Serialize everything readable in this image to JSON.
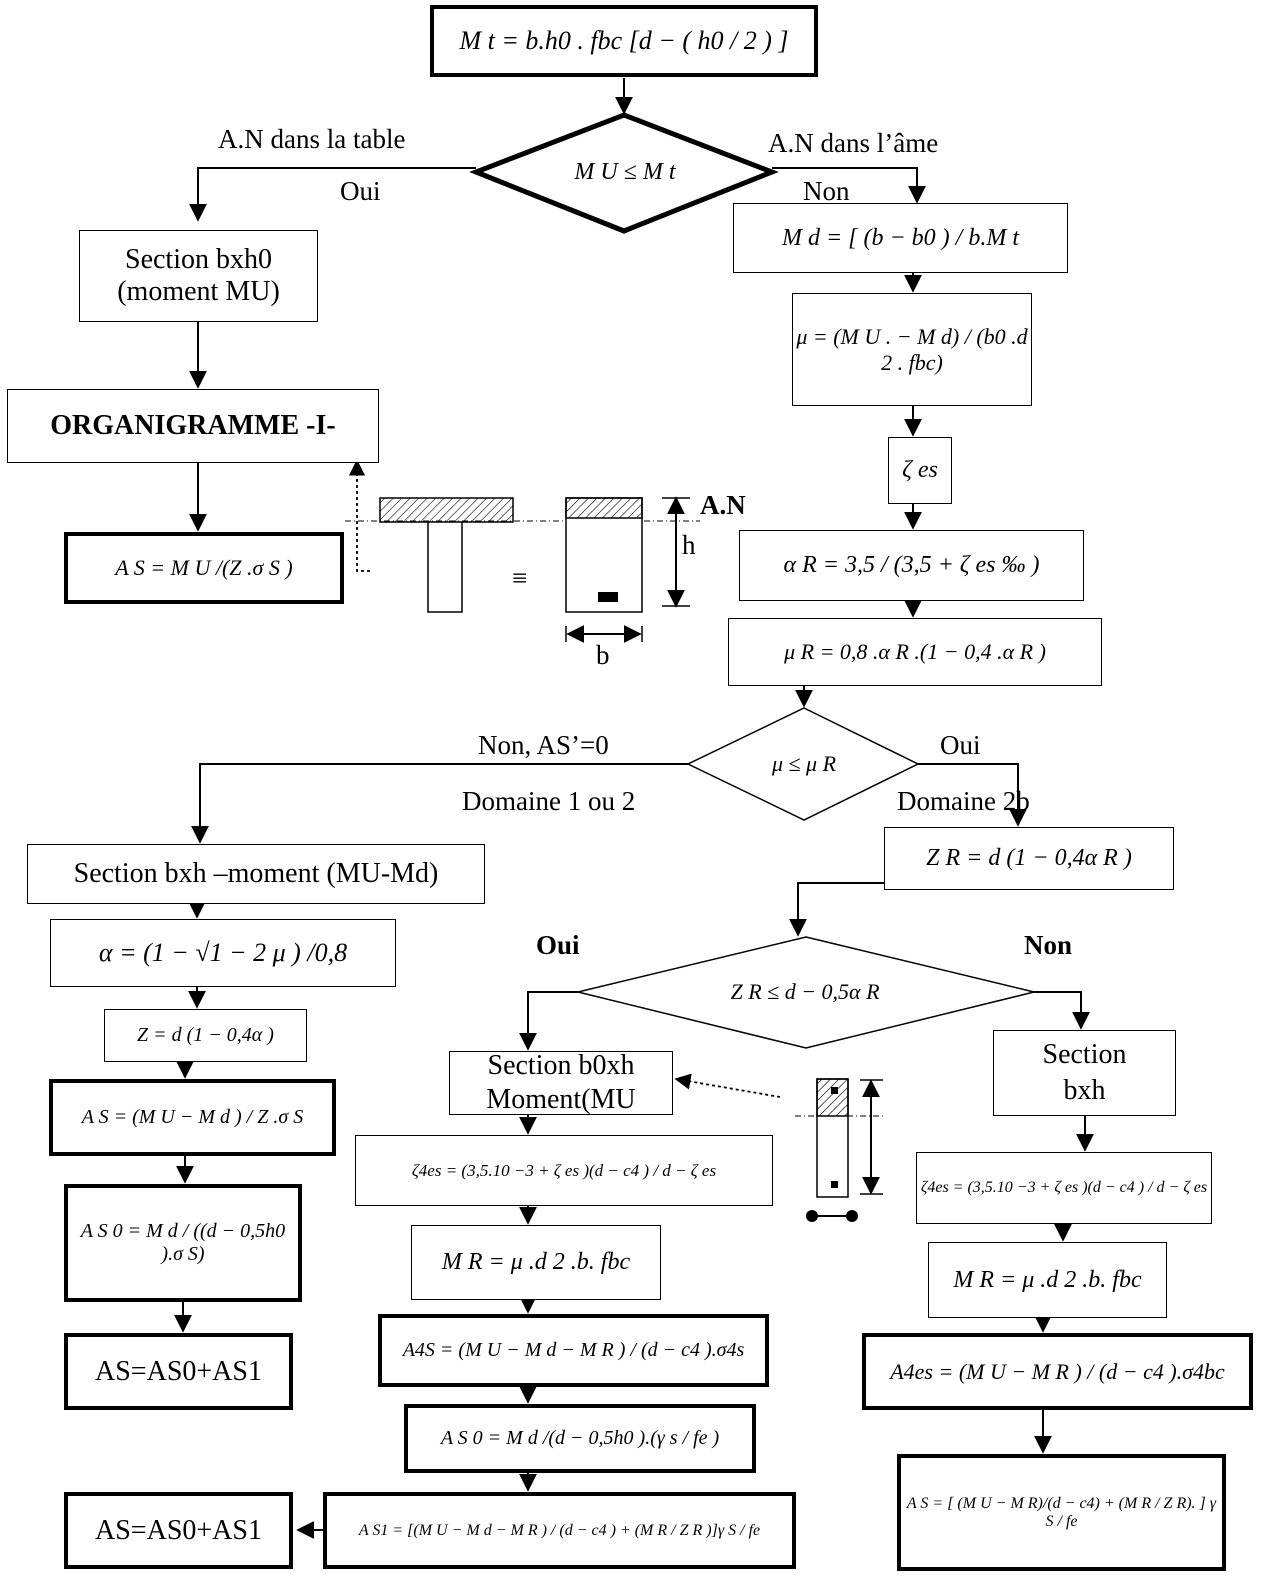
{
  "formulas": {
    "mt": "M t = b.h0 . fbc [d − ( h0 / 2 ) ]",
    "cond1": "M U ≤ M t",
    "md": "M d = [ (b − b0 ) / b.M t",
    "mu": "μ = (M U . − M d) / (b0 .d 2 . fbc)",
    "zeta_es": "ζ es",
    "alpha_r": "α R = 3,5 / (3,5 + ζ es ‰ )",
    "mu_r": "μ R = 0,8 .α R .(1 − 0,4 .α R )",
    "cond2": "μ ≤ μ R",
    "z_r": "Z R = d (1 − 0,4α R )",
    "cond3": "Z R ≤ d − 0,5α R",
    "as_table": "A S = M U /(Z .σ S )",
    "alpha": "α = (1 − √1 − 2 μ ) /0,8",
    "z": "Z = d (1 − 0,4α )",
    "as_left": "A S = (M U − M d ) / Z .σ S",
    "as0_left": "A S 0 = M d / ((d − 0,5h0 ).σ S)",
    "zeta4_mid": "ζ4es = (3,5.10 −3 + ζ es )(d − c4 ) / d − ζ es",
    "mr_mid": "M R = μ .d 2 .b. fbc",
    "as4_mid": "A4S = (M U − M d − M R ) / (d − c4 ).σ4s",
    "as0_mid": "A S 0 = M d /(d − 0,5h0 ).(γ s / fe )",
    "as1_mid": "A S1 = [(M U − M d − M R ) / (d − c4 ) + (M R / Z R )]γ S / fe",
    "zeta4_right": "ζ4es = (3,5.10 −3 + ζ es )(d − c4 ) / d − ζ es",
    "mr_right": "M R = μ .d 2 .b. fbc",
    "aes4_right": "A4es = (M U − M R ) / (d − c4 ).σ4bc",
    "as_right": "A S = [ (M U − M R)/(d − c4) + (M R / Z R). ] γ S / fe"
  },
  "text": {
    "section_table_1": "Section bxh0",
    "section_table_2": "(moment MU)",
    "organigramme": "ORGANIGRAMME -I-",
    "section_left": "Section bxh –moment (MU-Md)",
    "as_sum_1": "AS=AS0+AS1",
    "as_sum_2": "AS=AS0+AS1",
    "section_mid_1": "Section b0xh",
    "section_mid_2": "Moment(MU",
    "section_right_1": "Section",
    "section_right_2": "bxh"
  },
  "labels": {
    "an_table": "A.N dans la table",
    "an_ame": "A.N dans l’âme",
    "oui_1": "Oui",
    "non_1": "Non",
    "non_as": "Non,   AS’=0",
    "oui_2": "Oui",
    "domaine_12": "Domaine 1 ou 2",
    "domaine_2b": "Domaine 2b",
    "oui_3": "Oui",
    "non_3": "Non",
    "an": "A.N",
    "h": "h",
    "b": "b",
    "equiv": "≡"
  }
}
